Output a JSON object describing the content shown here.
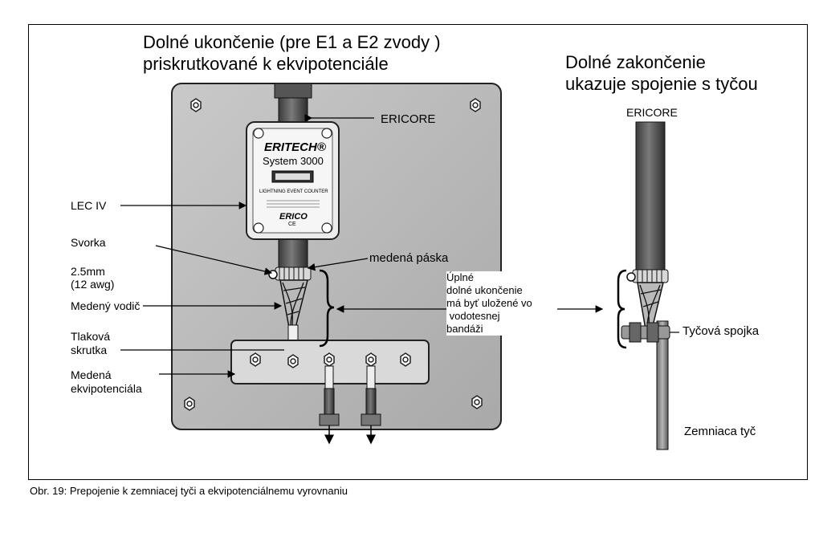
{
  "title_left": {
    "line1": "Dolné ukončenie (pre  E1  a E2  zvody )",
    "line2": "priskrutkované k ekvipotenciále"
  },
  "title_right": {
    "line1": "Dolné zakončenie",
    "line2": "ukazuje spojenie s tyčou"
  },
  "device": {
    "brand": "ERITECH®",
    "model": "System 3000",
    "subtitle": "LIGHTNING EVENT COUNTER",
    "maker": "ERICO",
    "mark": "CE"
  },
  "labels": {
    "ericore_left": "ERICORE",
    "ericore_right": "ERICORE",
    "lec": "LEC IV",
    "svorka": "Svorka",
    "medena_paska": "medená páska",
    "size_line1": "2.5mm",
    "size_line2": "(12 awg)",
    "vodic": "Medený vodič",
    "tlakova_line1": "Tlaková",
    "tlakova_line2": "skrutka",
    "ekvi_line1": "Medená",
    "ekvi_line2": "ekvipotenciála",
    "note_line1": "Úplné",
    "note_line2": "dolné ukončenie",
    "note_line3": "má byť uložené vo",
    "note_line4": " vodotesnej",
    "note_line5": "bandáži",
    "spojka": "Tyčová spojka",
    "zemniaca": "Zemniaca tyč"
  },
  "caption": "Obr. 19: Prepojenie k zemniacej tyči a ekvipotenciálnemu vyrovnaniu"
}
